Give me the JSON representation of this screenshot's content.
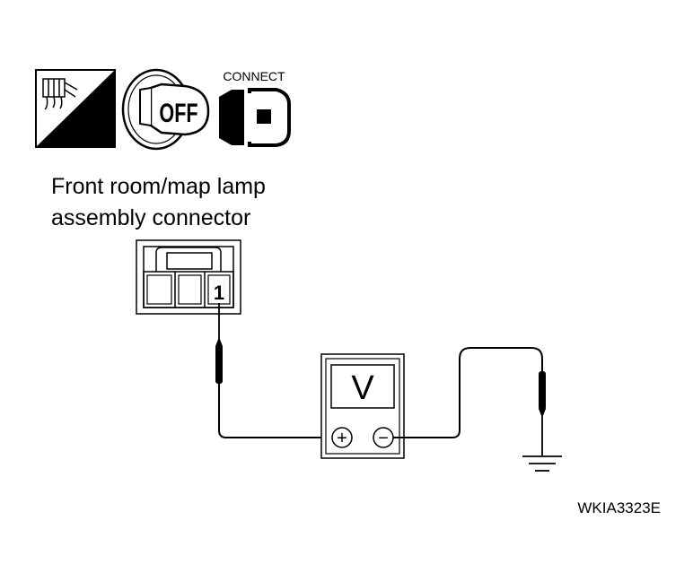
{
  "icons": {
    "harness_sign_label": "H.S.",
    "ignition_label": "OFF",
    "connect_label": "CONNECT"
  },
  "connector": {
    "caption_line1": "Front room/map lamp",
    "caption_line2": "assembly connector",
    "terminal": "1"
  },
  "meter": {
    "display": "V",
    "plus": "+",
    "minus": "−"
  },
  "reference_code": "WKIA3323E"
}
